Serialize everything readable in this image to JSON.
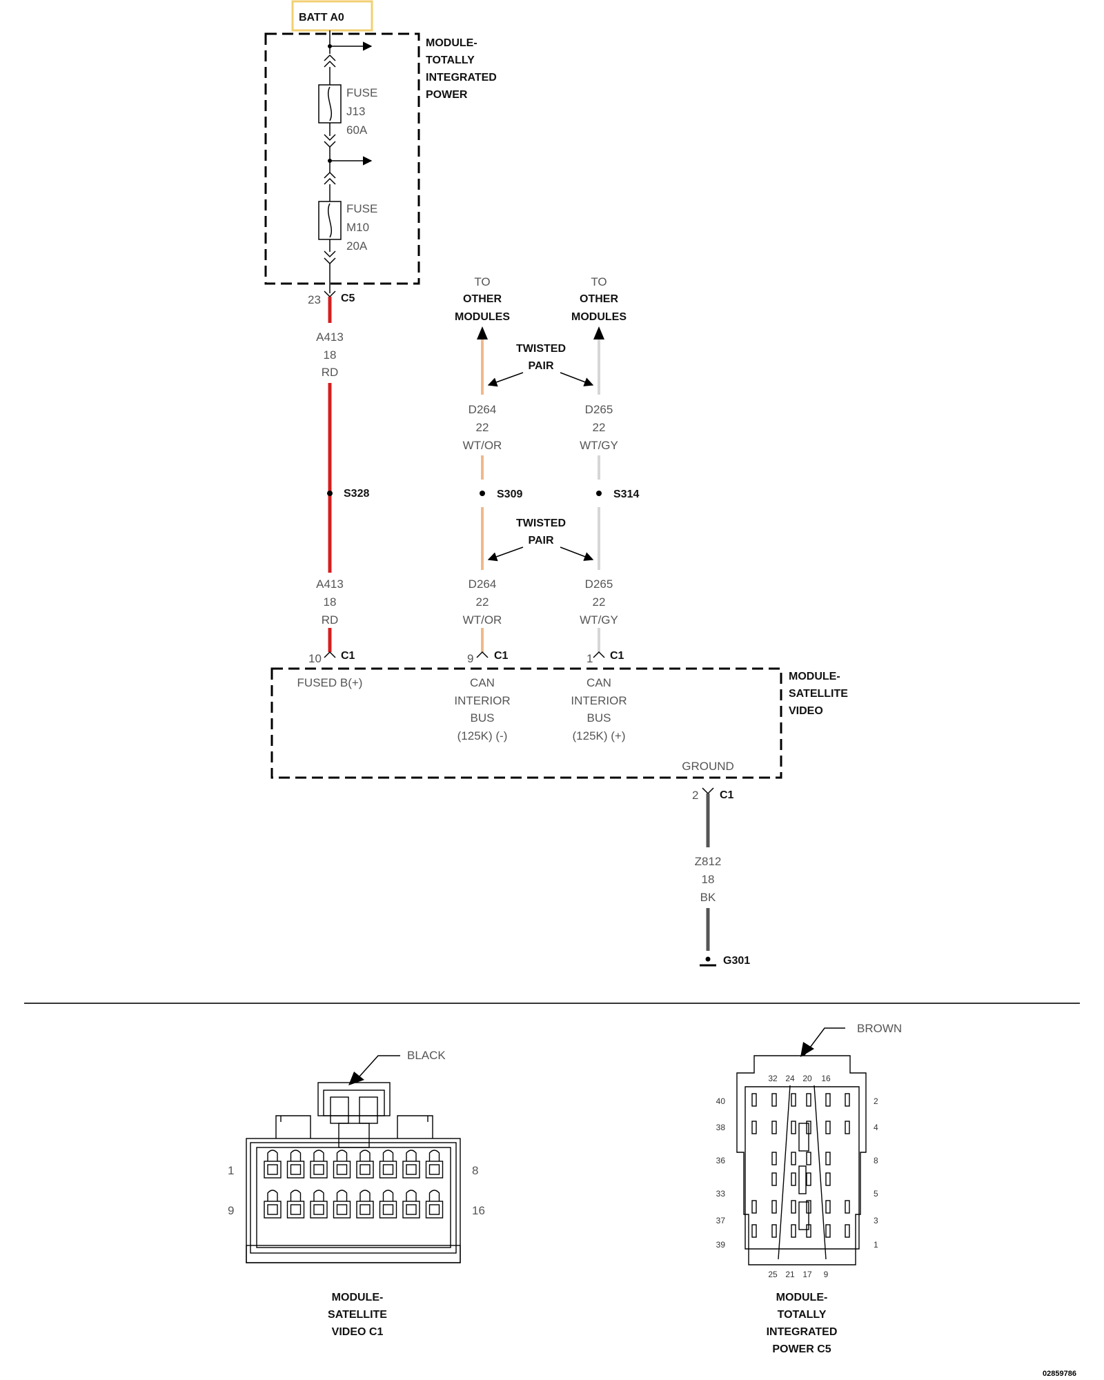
{
  "batt": {
    "label": "BATT A0"
  },
  "tip_module": {
    "line1": "MODULE-",
    "line2": "TOTALLY",
    "line3": "INTEGRATED",
    "line4": "POWER"
  },
  "fuse_j13": {
    "l1": "FUSE",
    "l2": "J13",
    "l3": "60A"
  },
  "fuse_m10": {
    "l1": "FUSE",
    "l2": "M10",
    "l3": "20A"
  },
  "conn_c5": {
    "pin": "23",
    "name": "C5"
  },
  "to_other_left": {
    "l1": "TO",
    "l2": "OTHER",
    "l3": "MODULES"
  },
  "to_other_right": {
    "l1": "TO",
    "l2": "OTHER",
    "l3": "MODULES"
  },
  "twisted_top": {
    "l1": "TWISTED",
    "l2": "PAIR"
  },
  "twisted_bottom": {
    "l1": "TWISTED",
    "l2": "PAIR"
  },
  "wire_a413_top": {
    "id": "A413",
    "gauge": "18",
    "color": "RD"
  },
  "wire_a413_bottom": {
    "id": "A413",
    "gauge": "18",
    "color": "RD"
  },
  "wire_d264_top": {
    "id": "D264",
    "gauge": "22",
    "color": "WT/OR"
  },
  "wire_d264_bottom": {
    "id": "D264",
    "gauge": "22",
    "color": "WT/OR"
  },
  "wire_d265_top": {
    "id": "D265",
    "gauge": "22",
    "color": "WT/GY"
  },
  "wire_d265_bottom": {
    "id": "D265",
    "gauge": "22",
    "color": "WT/GY"
  },
  "splices": {
    "s328": "S328",
    "s309": "S309",
    "s314": "S314"
  },
  "c1_pins": {
    "p10": "10",
    "p9": "9",
    "p1": "1",
    "p2": "2",
    "name": "C1"
  },
  "svm": {
    "line1": "MODULE-",
    "line2": "SATELLITE",
    "line3": "VIDEO",
    "fused": "FUSED B(+)",
    "can_minus": {
      "l1": "CAN",
      "l2": "INTERIOR",
      "l3": "BUS",
      "l4": "(125K) (-)"
    },
    "can_plus": {
      "l1": "CAN",
      "l2": "INTERIOR",
      "l3": "BUS",
      "l4": "(125K) (+)"
    },
    "ground": "GROUND"
  },
  "wire_z812": {
    "id": "Z812",
    "gauge": "18",
    "color": "BK"
  },
  "ground_point": "G301",
  "connector_c1": {
    "color_label": "BLACK",
    "pins": {
      "tl": "1",
      "tr": "8",
      "bl": "9",
      "br": "16"
    },
    "caption": {
      "l1": "MODULE-",
      "l2": "SATELLITE",
      "l3": "VIDEO C1"
    }
  },
  "connector_c5": {
    "color_label": "BROWN",
    "top_pins": [
      "32",
      "24",
      "20",
      "16"
    ],
    "bottom_pins": [
      "25",
      "21",
      "17",
      "9"
    ],
    "left_pins": [
      "40",
      "38",
      "36",
      "33",
      "37",
      "39"
    ],
    "right_pins": [
      "2",
      "4",
      "8",
      "5",
      "3",
      "1"
    ],
    "caption": {
      "l1": "MODULE-",
      "l2": "TOTALLY",
      "l3": "INTEGRATED",
      "l4": "POWER C5"
    }
  },
  "doc_number": "02859786",
  "colors": {
    "red_wire": "#d42020",
    "orange_wire": "#f0b98a",
    "gray_wire": "#d6d6d6",
    "black_wire": "#555555",
    "batt_border": "#f2cf72"
  }
}
